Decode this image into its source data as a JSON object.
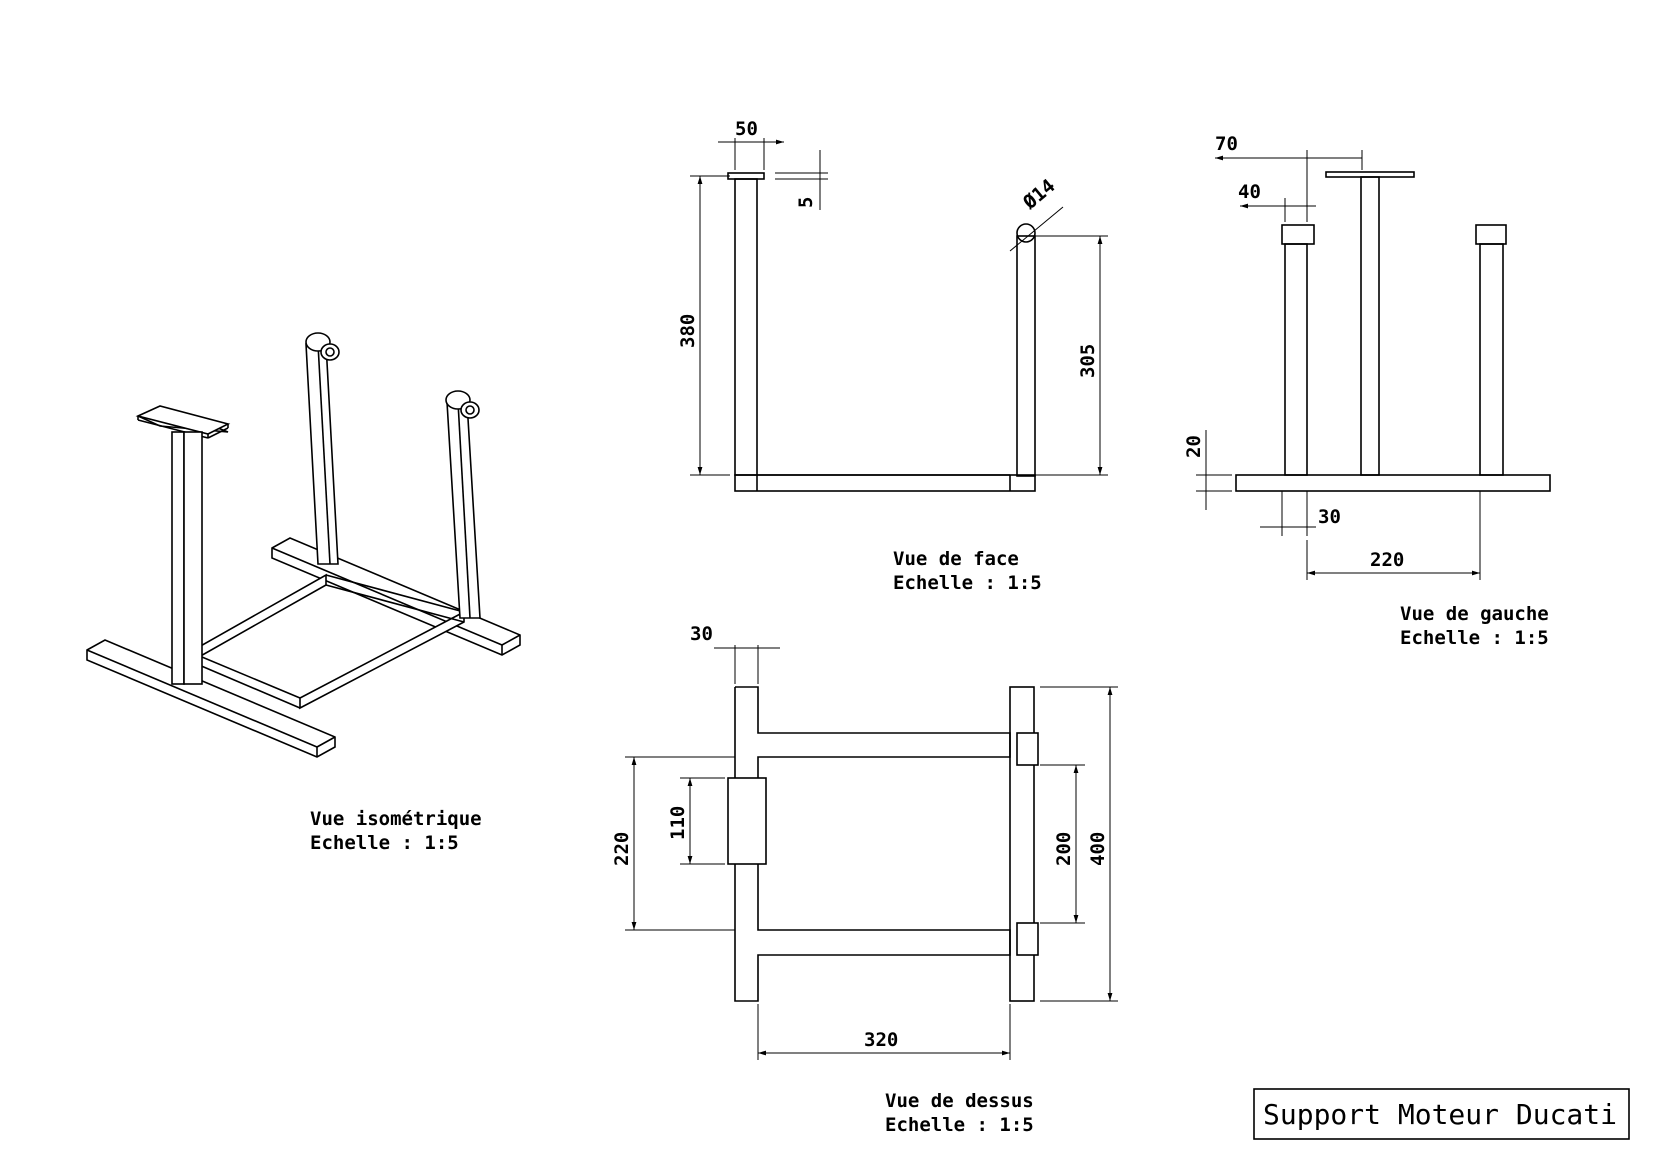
{
  "title": "Support Moteur Ducati",
  "views": {
    "iso": {
      "name": "Vue isométrique",
      "scale": "Echelle :  1:5"
    },
    "face": {
      "name": "Vue de face",
      "scale": "Echelle :  1:5"
    },
    "gauche": {
      "name": "Vue de gauche",
      "scale": "Echelle :  1:5"
    },
    "dessus": {
      "name": "Vue de dessus",
      "scale": "Echelle :  1:5"
    }
  },
  "dimensions": {
    "face": {
      "width_top": "50",
      "plate": "5",
      "height_left": "380",
      "height_right": "305",
      "diameter": "Ø14"
    },
    "gauche": {
      "offset_70": "70",
      "offset_40": "40",
      "base_20": "20",
      "base_30": "30",
      "span_220": "220"
    },
    "dessus": {
      "width_30": "30",
      "span_220": "220",
      "pad_110": "110",
      "span_200": "200",
      "total_400": "400",
      "length_320": "320"
    }
  }
}
